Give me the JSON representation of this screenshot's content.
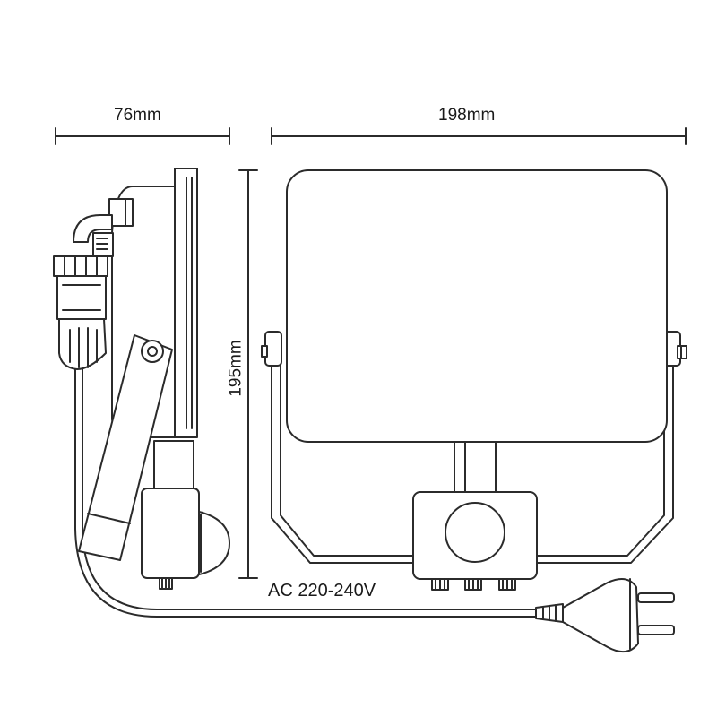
{
  "dimensions": {
    "depth": "76mm",
    "width": "198mm",
    "height": "195mm"
  },
  "voltage": "AC 220-240V",
  "colors": {
    "stroke": "#2b2b2b",
    "fill": "#ffffff",
    "background": "#ffffff"
  },
  "icons": [
    "cable-gland-icon",
    "pir-sensor-icon",
    "power-plug-icon",
    "pivot-bolt-icon"
  ]
}
